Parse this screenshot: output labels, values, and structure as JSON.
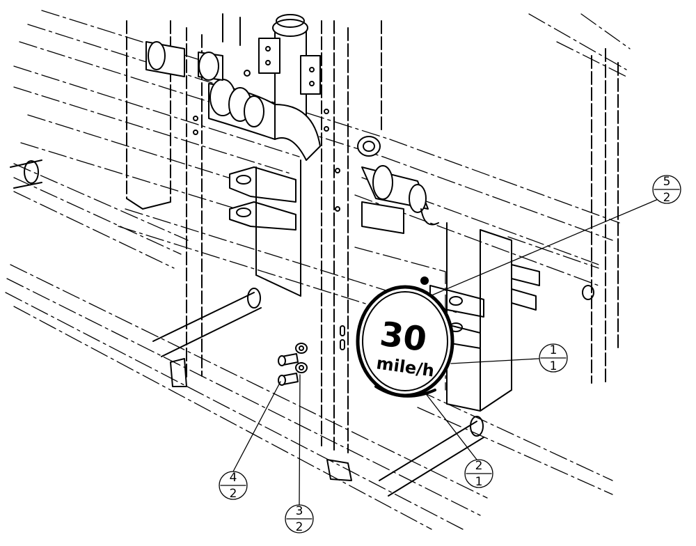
{
  "speed_sign": {
    "speed_value": "30",
    "speed_unit": "mile/h"
  },
  "callouts": [
    {
      "id": "callout-5",
      "item": "5",
      "qty": "2"
    },
    {
      "id": "callout-1",
      "item": "1",
      "qty": "1"
    },
    {
      "id": "callout-2",
      "item": "2",
      "qty": "1"
    },
    {
      "id": "callout-3",
      "item": "3",
      "qty": "2"
    },
    {
      "id": "callout-4",
      "item": "4",
      "qty": "2"
    }
  ],
  "colors": {
    "line": "#000000",
    "background": "#ffffff"
  }
}
